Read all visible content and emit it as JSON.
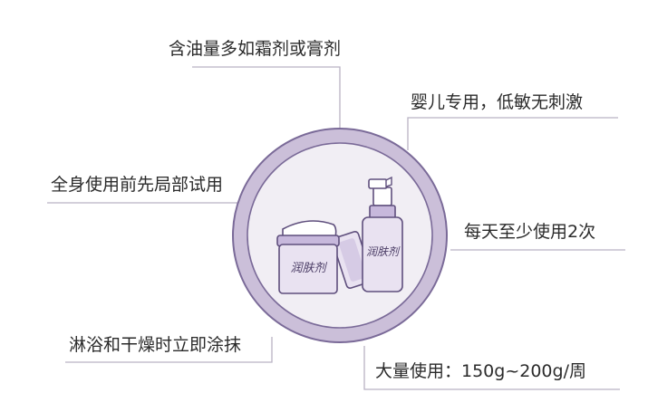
{
  "labels": {
    "top": "含油量多如霜剂或膏剂",
    "top_right": "婴儿专用，低敏无刺激",
    "left": "全身使用前先局部试用",
    "right": "每天至少使用2次",
    "bottom_left": "淋浴和干燥时立即涂抹",
    "bottom_right": "大量使用：150g~200g/周"
  },
  "products": {
    "jar_label": "润肤剂",
    "bottle_label": "润肤剂"
  },
  "colors": {
    "ring": "#cbbfd9",
    "ring_stroke": "#7a6a98",
    "inner": "#f1eef4",
    "product_fill": "#e9e2f1",
    "product_dark": "#c7b8dc",
    "leader": "#b9b2c4"
  }
}
